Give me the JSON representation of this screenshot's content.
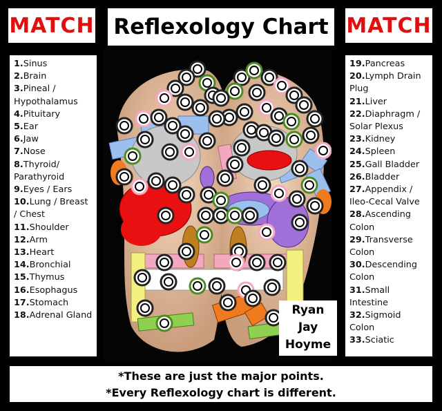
{
  "header": {
    "left_badge": "MATCH",
    "title": "Reflexology Chart",
    "right_badge": "MATCH"
  },
  "legend_left": [
    {
      "num": "1.",
      "label": "Sinus"
    },
    {
      "num": "2.",
      "label": "Brain"
    },
    {
      "num": "3.",
      "label": "Pineal / Hypothalamus"
    },
    {
      "num": "4.",
      "label": "Pituitary"
    },
    {
      "num": "5.",
      "label": "Ear"
    },
    {
      "num": "6.",
      "label": "Jaw"
    },
    {
      "num": "7.",
      "label": "Nose"
    },
    {
      "num": "8.",
      "label": "Thyroid/ Parathyroid"
    },
    {
      "num": "9.",
      "label": "Eyes / Ears"
    },
    {
      "num": "10.",
      "label": "Lung / Breast / Chest"
    },
    {
      "num": "11.",
      "label": "Shoulder"
    },
    {
      "num": "12.",
      "label": "Arm"
    },
    {
      "num": "13.",
      "label": "Heart"
    },
    {
      "num": "14.",
      "label": "Bronchial"
    },
    {
      "num": "15.",
      "label": "Thymus"
    },
    {
      "num": "16.",
      "label": "Esophagus"
    },
    {
      "num": "17.",
      "label": "Stomach"
    },
    {
      "num": "18.",
      "label": "Adrenal Gland"
    }
  ],
  "legend_right": [
    {
      "num": "19.",
      "label": "Pancreas"
    },
    {
      "num": "20.",
      "label": "Lymph Drain Plug"
    },
    {
      "num": "21.",
      "label": "Liver"
    },
    {
      "num": "22.",
      "label": "Diaphragm / Solar Plexus"
    },
    {
      "num": "23.",
      "label": "Kidney"
    },
    {
      "num": "24.",
      "label": "Spleen"
    },
    {
      "num": "25.",
      "label": "Gall Bladder"
    },
    {
      "num": "26.",
      "label": "Bladder"
    },
    {
      "num": "27.",
      "label": "Appendix / Ileo-Cecal Valve"
    },
    {
      "num": "28.",
      "label": "Ascending Colon"
    },
    {
      "num": "29.",
      "label": "Transverse Colon"
    },
    {
      "num": "30.",
      "label": "Descending Colon"
    },
    {
      "num": "31.",
      "label": "Small Intestine"
    },
    {
      "num": "32.",
      "label": "Sigmoid Colon"
    },
    {
      "num": "33.",
      "label": "Sciatic"
    }
  ],
  "credit": {
    "line1": "Ryan",
    "line2": "Jay",
    "line3": "Hoyme"
  },
  "footer": {
    "line1": "*These are just the major points.",
    "line2": "*Every Reflexology chart is different."
  },
  "colors": {
    "match_red": "#e01010",
    "heart_red": "#e81010",
    "lung_gray": "#c8c8c8",
    "purple": "#a070d8",
    "light_blue": "#9cc0ee",
    "pink": "#f4a8c0",
    "orange": "#f07a20",
    "yellow": "#f4f080",
    "green": "#90d050",
    "brown": "#c08020",
    "skin": "#e9c6a6"
  }
}
